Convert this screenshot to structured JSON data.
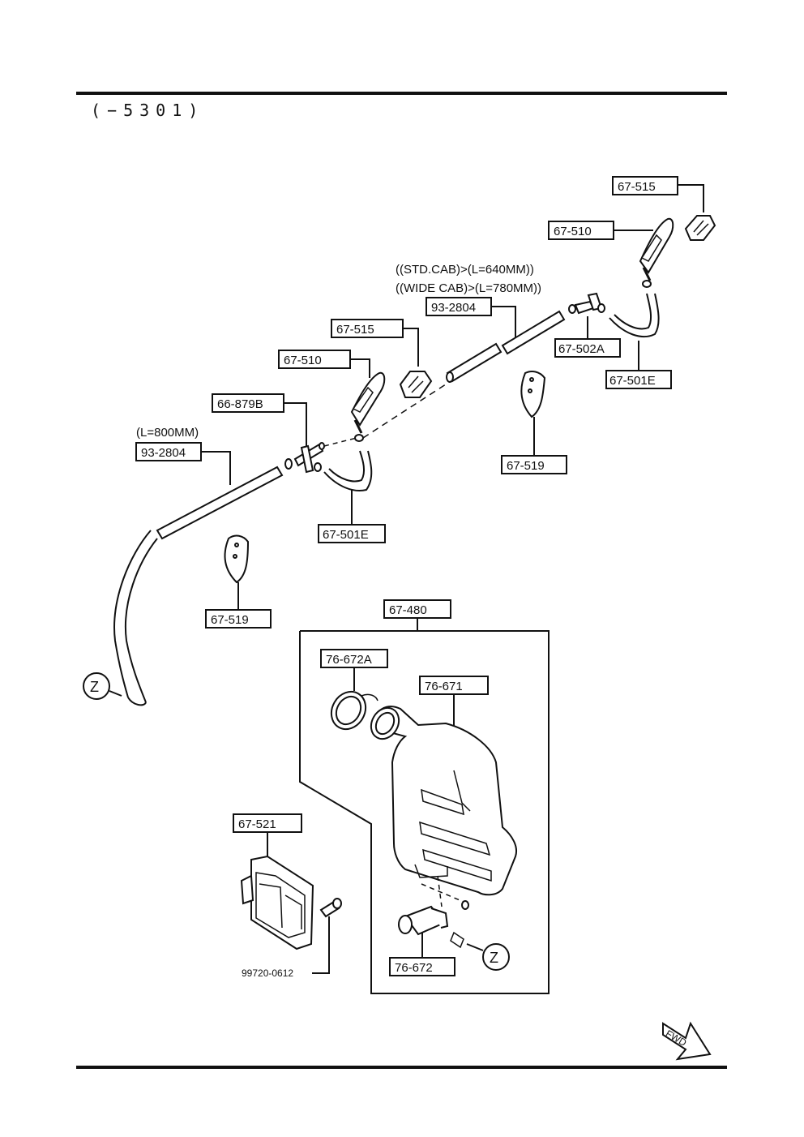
{
  "header": {
    "range_code": "(−5301)"
  },
  "notes": {
    "std_cab": "((STD.CAB)>(L=640MM))",
    "wide_cab": "((WIDE CAB)>(L=780MM))",
    "l800": "(L=800MM)"
  },
  "labels": {
    "p67_515_top": "67-515",
    "p67_510_top": "67-510",
    "p93_2804_top": "93-2804",
    "p67_502A": "67-502A",
    "p67_501E_top": "67-501E",
    "p67_515_mid": "67-515",
    "p67_510_mid": "67-510",
    "p66_879B": "66-879B",
    "p93_2804_left": "93-2804",
    "p67_519_right": "67-519",
    "p67_501E_mid": "67-501E",
    "p67_519_left": "67-519",
    "p67_480": "67-480",
    "p76_672A": "76-672A",
    "p76_671": "76-671",
    "p67_521": "67-521",
    "p76_672": "76-672",
    "p99720_0612": "99720-0612"
  },
  "connectors": {
    "z_left": "Z",
    "z_right": "Z"
  },
  "fwd_label": "FWD"
}
